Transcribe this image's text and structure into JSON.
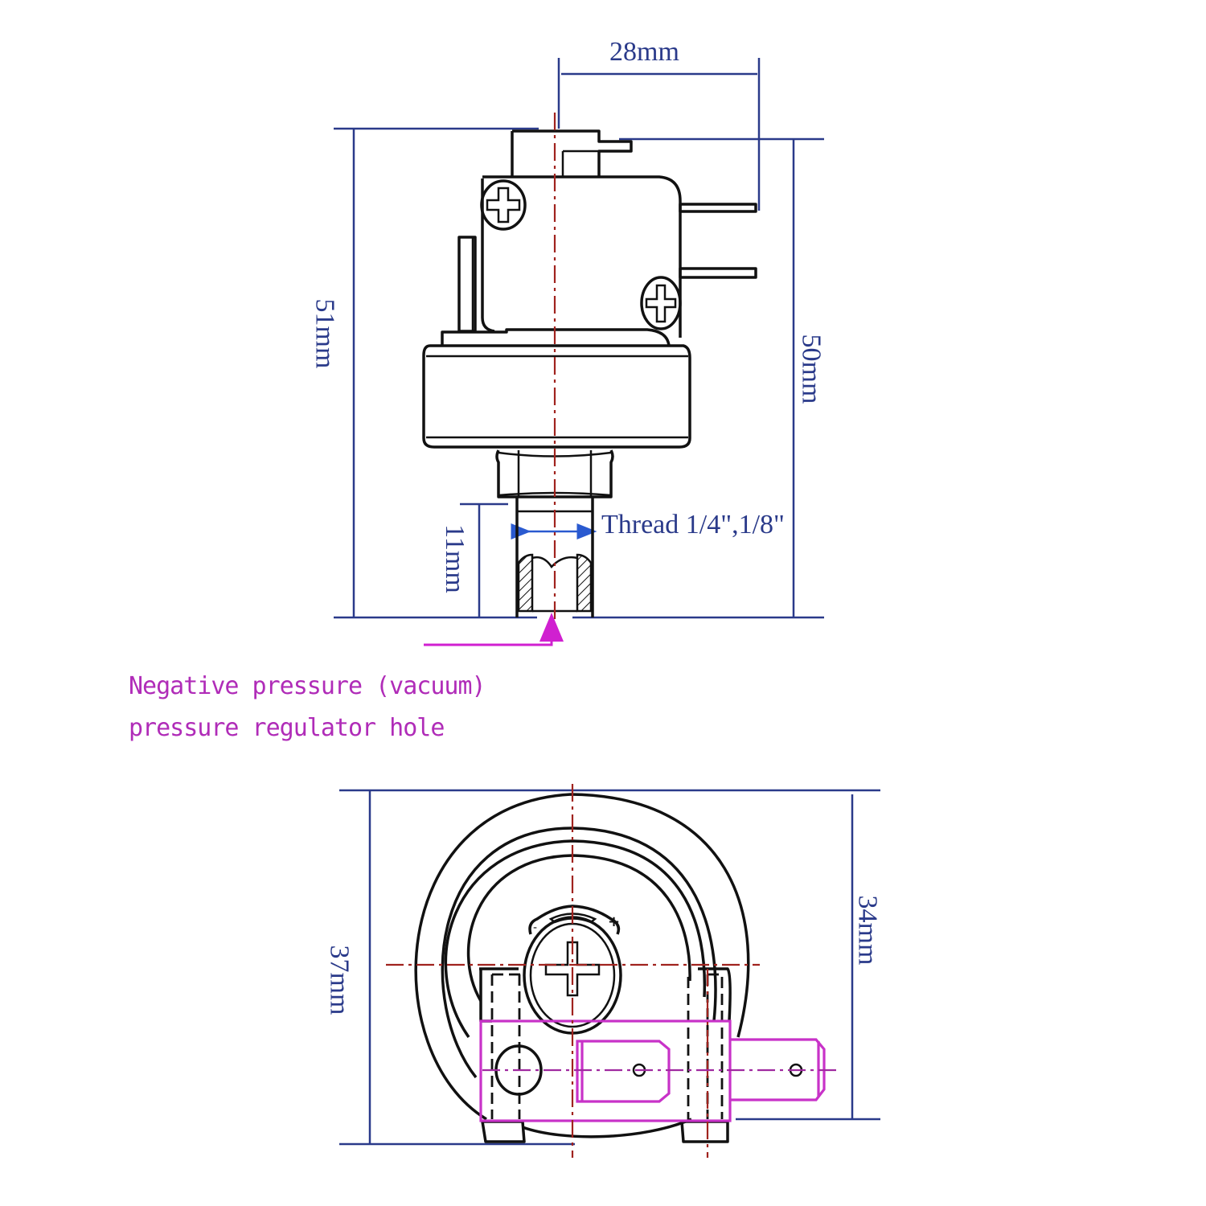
{
  "figure": {
    "subject": "Pressure switch dimension drawing",
    "views": [
      "side-view",
      "bottom-view"
    ]
  },
  "side_view": {
    "dims": {
      "terminal_width": "28mm",
      "overall_height": "51mm",
      "body_height": "50mm",
      "thread_length": "11mm",
      "thread": "Thread 1/4\",1/8\""
    },
    "note": {
      "line1": "Negative pressure (vacuum)",
      "line2": "pressure regulator hole"
    }
  },
  "bottom_view": {
    "dims": {
      "overall_depth": "37mm",
      "body_depth": "34mm"
    }
  },
  "colors": {
    "outline": "#111111",
    "dimension": "#2a3a8a",
    "centerline": "#a0231e",
    "annotation": "#c832c8"
  }
}
